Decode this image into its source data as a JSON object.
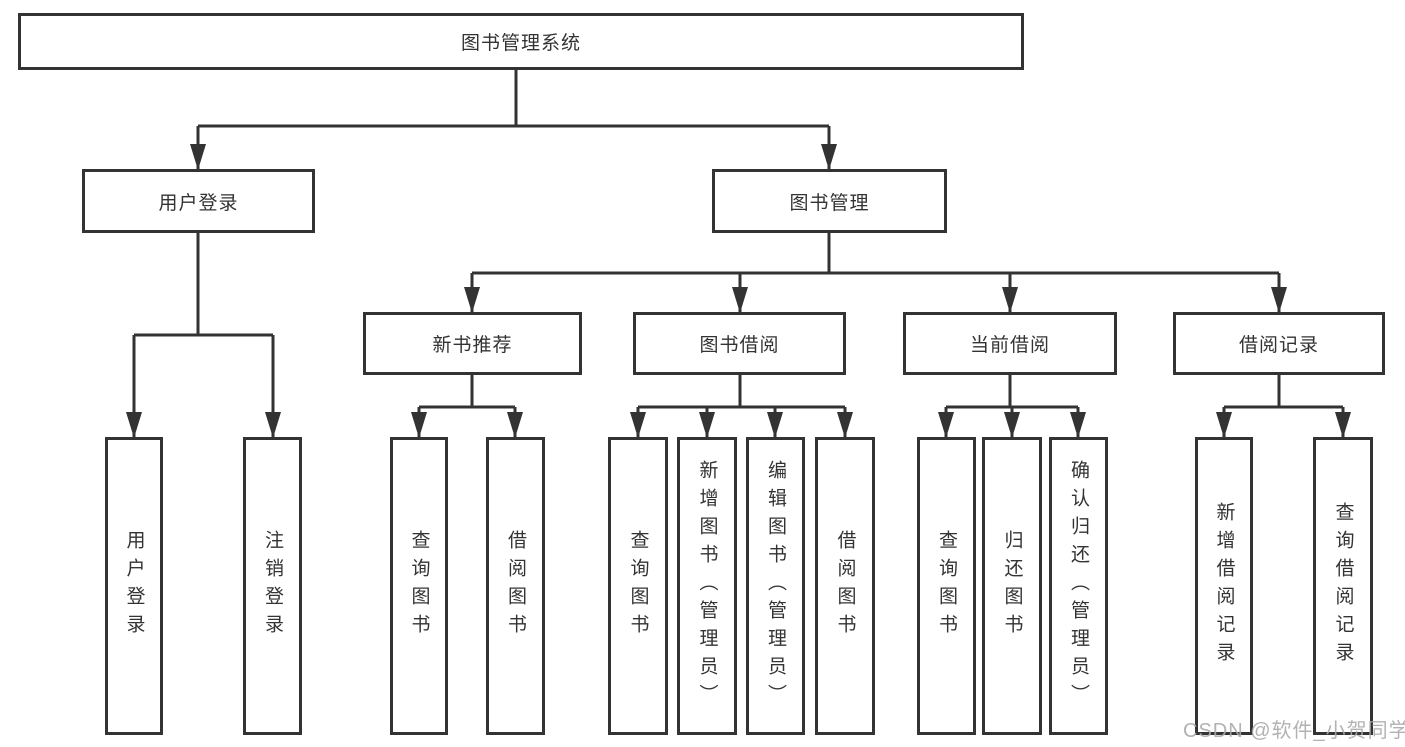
{
  "colors": {
    "line": "#333333",
    "box_border": "#333333",
    "text": "#333333",
    "background": "#ffffff",
    "watermark": "#aaaaaa"
  },
  "watermark": "CSDN @软件_小贺同学",
  "tree": {
    "root": "图书管理系统",
    "level2": [
      {
        "label": "用户登录",
        "children": [
          "用户登录",
          "注销登录"
        ]
      },
      {
        "label": "图书管理",
        "modules": [
          {
            "label": "新书推荐",
            "children": [
              "查询图书",
              "借阅图书"
            ]
          },
          {
            "label": "图书借阅",
            "children": [
              "查询图书",
              "新增图书（管理员）",
              "编辑图书（管理员）",
              "借阅图书"
            ]
          },
          {
            "label": "当前借阅",
            "children": [
              "查询图书",
              "归还图书",
              "确认归还（管理员）"
            ]
          },
          {
            "label": "借阅记录",
            "children": [
              "新增借阅记录",
              "查询借阅记录"
            ]
          }
        ]
      }
    ]
  }
}
